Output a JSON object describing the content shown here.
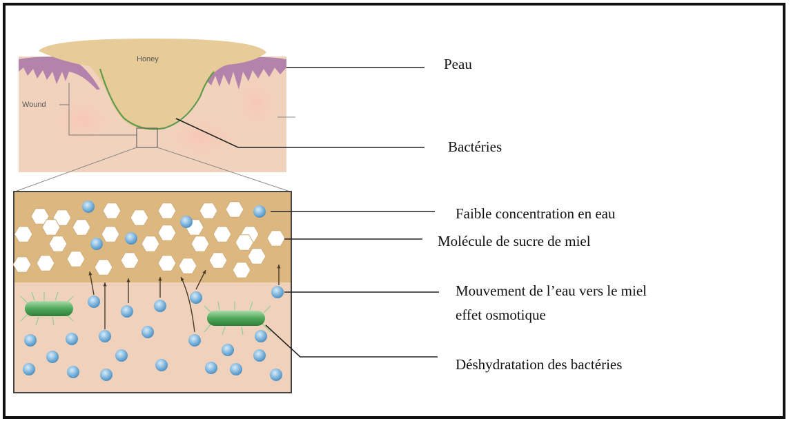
{
  "diagram": {
    "inner_labels": {
      "honey": "Honey",
      "wound": "Wound"
    },
    "labels": {
      "peau": "Peau",
      "bacteries": "Bactéries",
      "faible_concentration": "Faible concentration en eau",
      "molecule_sucre": "Molécule de sucre de miel",
      "mouvement_line1": "Mouvement de l’eau vers le miel",
      "mouvement_line2": "effet osmotique",
      "deshydratation": "Déshydratation des bactéries"
    },
    "colors": {
      "frame": "#111111",
      "honey": "#e6c995",
      "honey_layer": "#dcb880",
      "tissue": "#f1d2bc",
      "skin": "#b07aa8",
      "water_molecule": "#7fb6dd",
      "sugar_molecule": "#ffffff",
      "bacteria": "#5fb46a"
    }
  }
}
